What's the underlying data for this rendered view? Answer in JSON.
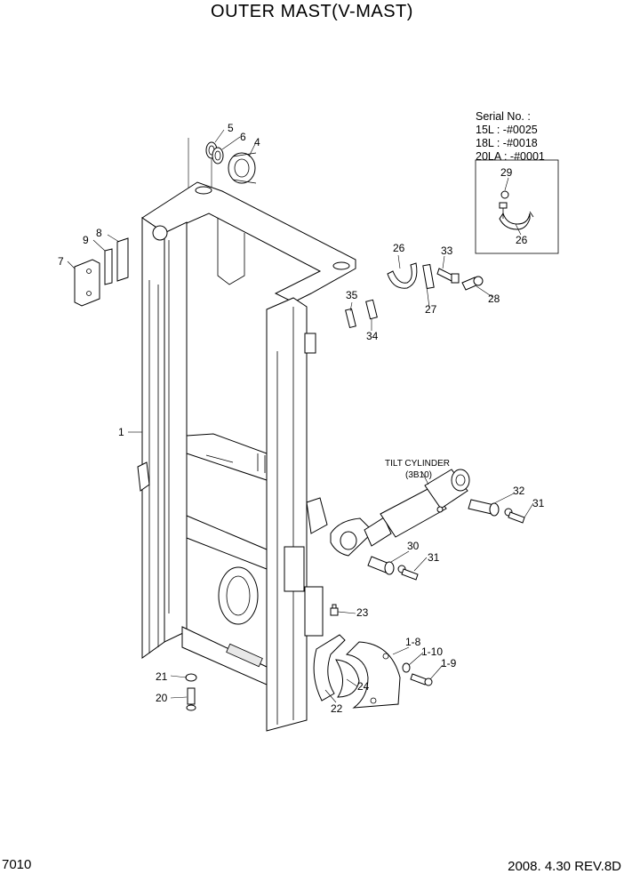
{
  "title": "OUTER MAST(V-MAST)",
  "serial": {
    "heading": "Serial No. :",
    "lines": [
      "15L : -#0025",
      "18L : -#0018",
      "20LA : -#0001"
    ]
  },
  "cylinder": {
    "name": "TILT CYLINDER",
    "ref": "(3B10)"
  },
  "callouts": {
    "p1": "1",
    "p4": "4",
    "p5": "5",
    "p6": "6",
    "p7": "7",
    "p8": "8",
    "p9": "9",
    "p18": "1-8",
    "p19": "1-9",
    "p110": "1-10",
    "p20": "20",
    "p21": "21",
    "p22": "22",
    "p23": "23",
    "p24": "24",
    "p26a": "26",
    "p26b": "26",
    "p27": "27",
    "p28": "28",
    "p29": "29",
    "p30": "30",
    "p31a": "31",
    "p31b": "31",
    "p32": "32",
    "p33": "33",
    "p34": "34",
    "p35": "35"
  },
  "page_number": "7010",
  "revision": "2008. 4.30  REV.8D"
}
